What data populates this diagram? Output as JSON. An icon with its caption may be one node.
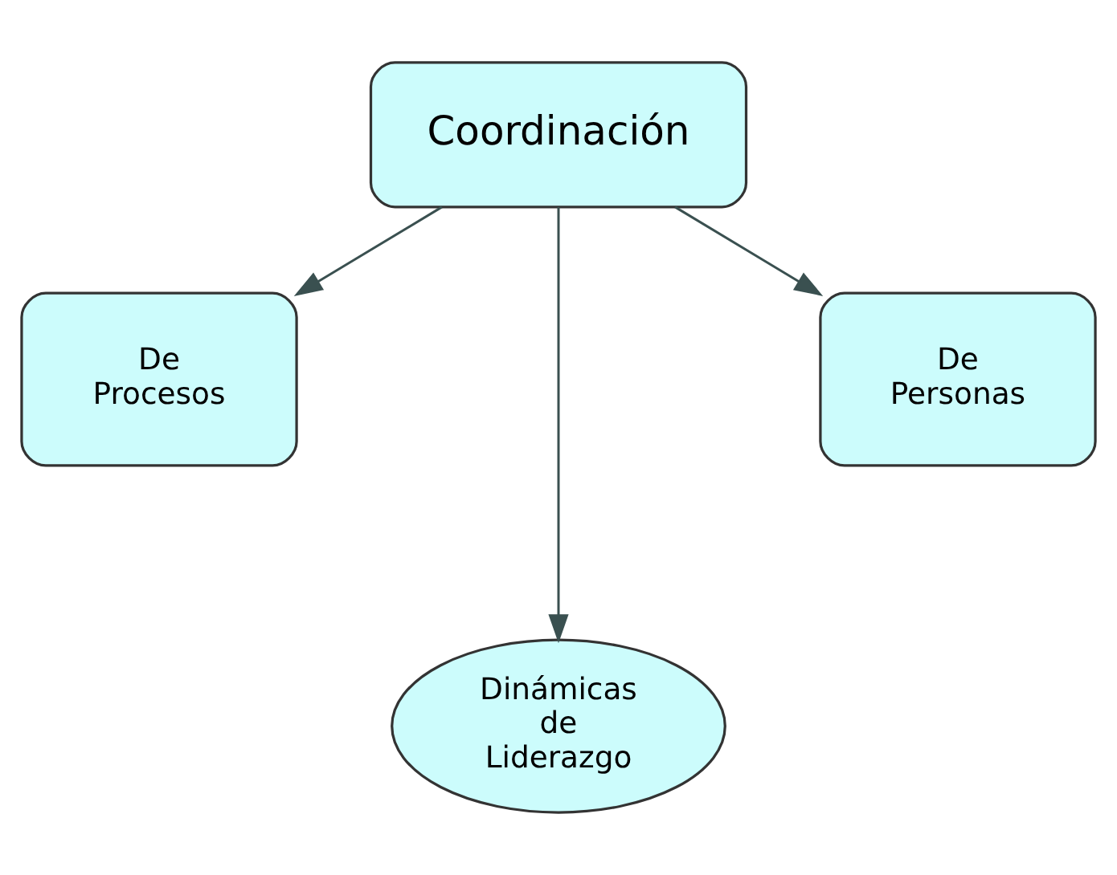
{
  "diagram": {
    "nodes": [
      {
        "text": [
          "Coordinación"
        ]
      },
      {
        "text": [
          "De Procesos"
        ]
      },
      {
        "text": [
          "Dinámicas de Liderazgo"
        ]
      },
      {
        "text": [
          "De Personas"
        ]
      }
    ],
    "edges": [
      {
        "from": 0,
        "to": 1,
        "arrow": "to"
      },
      {
        "from": 0,
        "to": 2,
        "arrow": "to"
      },
      {
        "from": 0,
        "to": 3,
        "arrow": "to"
      }
    ]
  }
}
